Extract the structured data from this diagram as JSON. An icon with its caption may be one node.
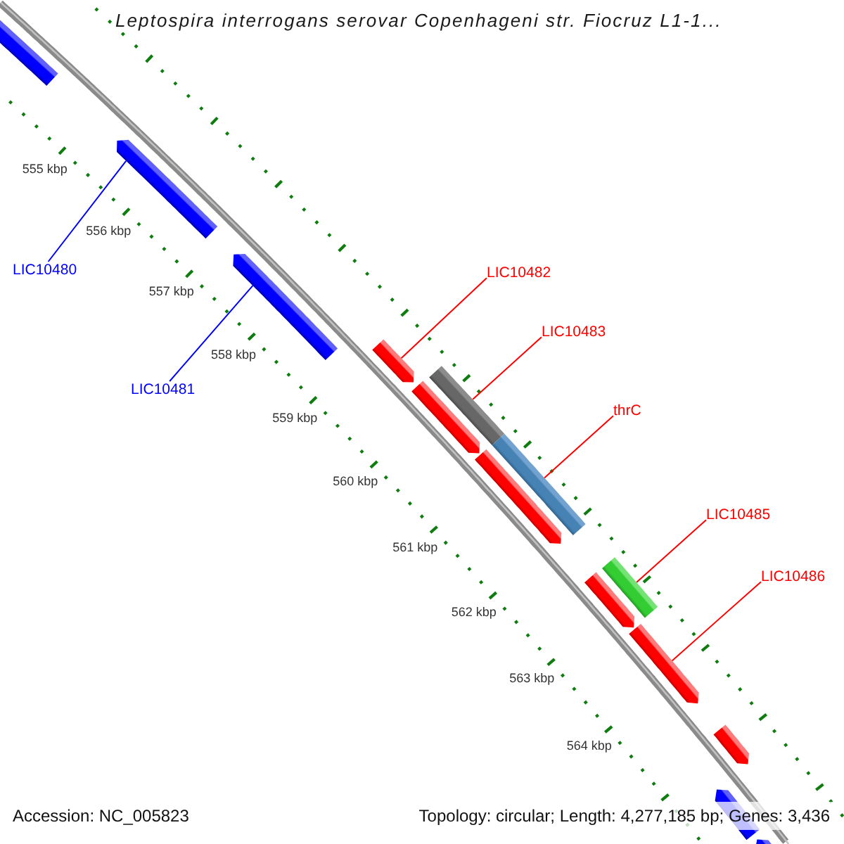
{
  "diagram": {
    "title": "Leptospira interrogans serovar Copenhageni str. Fiocruz L1-1...",
    "nodes": [
      {
        "text": [],
        "shape": "arrow"
      },
      {
        "text": [],
        "shape": "arrow"
      },
      {
        "text": [],
        "shape": "arrow"
      },
      {
        "text": [
          "LIC10480"
        ]
      },
      {
        "text": [
          "LIC10482"
        ]
      },
      {
        "text": [
          "LIC10483"
        ]
      },
      {
        "text": [],
        "shape": "arrow"
      },
      {
        "text": [],
        "shape": "bar"
      },
      {
        "text": [],
        "shape": "arrow"
      },
      {
        "text": [
          "LIC10481"
        ]
      },
      {
        "text": [
          "thrC"
        ]
      },
      {
        "text": [],
        "shape": "bar"
      },
      {
        "text": [],
        "shape": "arrow"
      },
      {
        "text": [
          "LIC10485"
        ]
      },
      {
        "text": [],
        "shape": "bar"
      },
      {
        "text": [],
        "shape": "arrow"
      },
      {
        "text": [
          "LIC10486"
        ]
      },
      {
        "text": [],
        "shape": "arrow"
      },
      {
        "text": [],
        "shape": "arrow"
      },
      {
        "text": [],
        "shape": "arrow"
      },
      {
        "text": [],
        "shape": "arrow"
      }
    ],
    "edges": [
      {
        "from": 3,
        "to": 1,
        "arrow": "none",
        "color": "#0000ff"
      },
      {
        "from": 9,
        "to": 2,
        "arrow": "none",
        "color": "#0000ff"
      },
      {
        "from": 4,
        "to": 6,
        "arrow": "none"
      },
      {
        "from": 5,
        "to": 7,
        "arrow": "none"
      },
      {
        "from": 10,
        "to": 11,
        "arrow": "none"
      },
      {
        "from": 13,
        "to": 14,
        "arrow": "none"
      },
      {
        "from": 16,
        "to": 17,
        "arrow": "none"
      }
    ],
    "labels": [
      "555 kbp",
      "556 kbp",
      "557 kbp",
      "558 kbp",
      "559 kbp",
      "560 kbp",
      "561 kbp",
      "562 kbp",
      "563 kbp",
      "564 kbp",
      "Accession: NC_005823",
      "Topology: circular; Length: 4,277,185 bp; Genes: 3,436"
    ]
  }
}
